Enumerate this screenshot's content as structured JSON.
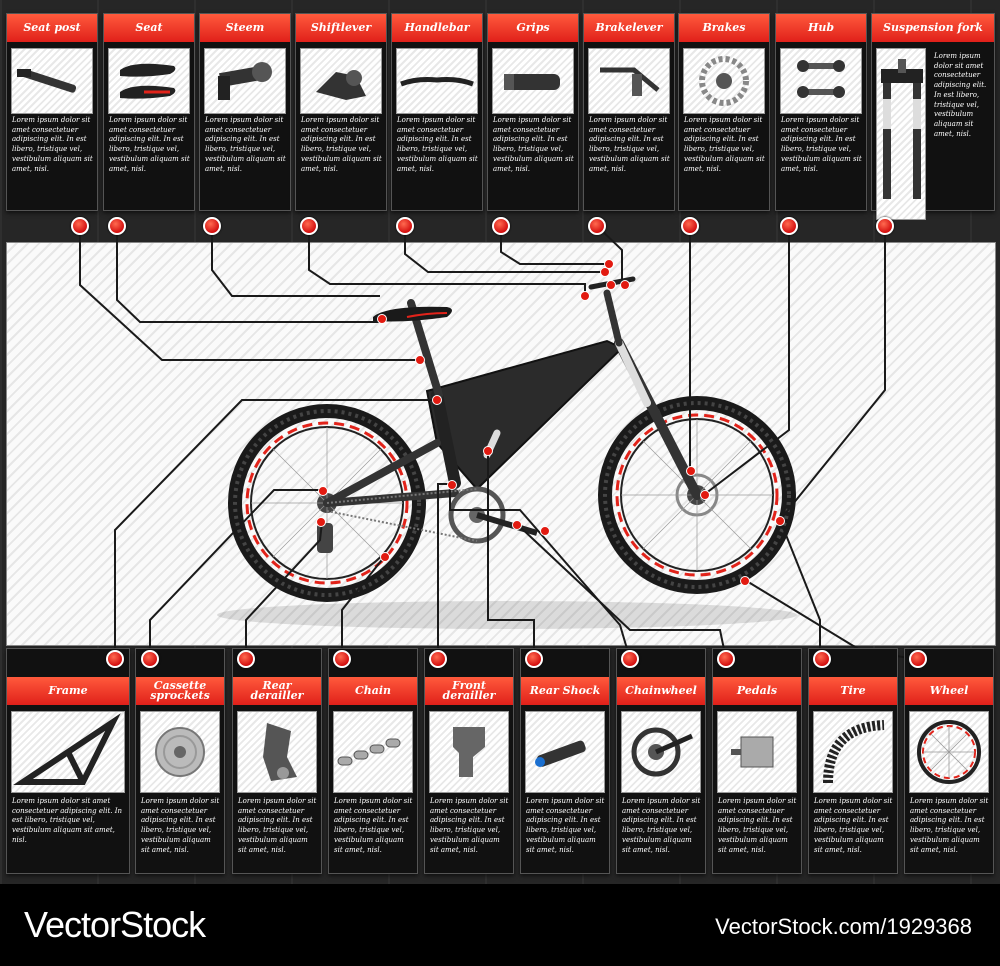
{
  "top_parts": [
    {
      "title": "Seat post",
      "text": "Lorem ipsum dolor sit amet consectetuer adipiscing elit. In est libero, tristique vel, vestibulum aliquam sit amet, nisl."
    },
    {
      "title": "Seat",
      "text": "Lorem ipsum dolor sit amet consectetuer adipiscing elit. In est libero, tristique vel, vestibulum aliquam sit amet, nisl."
    },
    {
      "title": "Steem",
      "text": "Lorem ipsum dolor sit amet consectetuer adipiscing elit. In est libero, tristique vel, vestibulum aliquam sit amet, nisl."
    },
    {
      "title": "Shiftlever",
      "text": "Lorem ipsum dolor sit amet consectetuer adipiscing elit. In est libero, tristique vel, vestibulum aliquam sit amet, nisl."
    },
    {
      "title": "Handlebar",
      "text": "Lorem ipsum dolor sit amet consectetuer adipiscing elit. In est libero, tristique vel, vestibulum aliquam sit amet, nisl."
    },
    {
      "title": "Grips",
      "text": "Lorem ipsum dolor sit amet consectetuer adipiscing elit. In est libero, tristique vel, vestibulum aliquam sit amet, nisl."
    },
    {
      "title": "Brakelever",
      "text": "Lorem ipsum dolor sit amet consectetuer adipiscing elit. In est libero, tristique vel, vestibulum aliquam sit amet, nisl."
    },
    {
      "title": "Brakes",
      "text": "Lorem ipsum dolor sit amet consectetuer adipiscing elit. In est libero, tristique vel, vestibulum aliquam sit amet, nisl."
    },
    {
      "title": "Hub",
      "text": "Lorem ipsum dolor sit amet consectetuer adipiscing elit. In est libero, tristique vel, vestibulum aliquam sit amet, nisl."
    },
    {
      "title": "Suspension fork",
      "text": "Lorem ipsum dolor sit amet consectetuer adipiscing elit. In est libero, tristique vel, vestibulum aliquam sit amet, nisl."
    }
  ],
  "bottom_parts": [
    {
      "title": "Frame",
      "text": "Lorem ipsum dolor sit amet consectetuer adipiscing elit. In est libero, tristique vel, vestibulum aliquam sit amet, nisl."
    },
    {
      "title": "Cassette sprockets",
      "text": "Lorem ipsum dolor sit amet consectetuer adipiscing elit. In est libero, tristique vel, vestibulum aliquam sit amet, nisl."
    },
    {
      "title": "Rear derailler",
      "text": "Lorem ipsum dolor sit amet consectetuer adipiscing elit. In est libero, tristique vel, vestibulum aliquam sit amet, nisl."
    },
    {
      "title": "Chain",
      "text": "Lorem ipsum dolor sit amet consectetuer adipiscing elit. In est libero, tristique vel, vestibulum aliquam sit amet, nisl."
    },
    {
      "title": "Front derailler",
      "text": "Lorem ipsum dolor sit amet consectetuer adipiscing elit. In est libero, tristique vel, vestibulum aliquam sit amet, nisl."
    },
    {
      "title": "Rear Shock",
      "text": "Lorem ipsum dolor sit amet consectetuer adipiscing elit. In est libero, tristique vel, vestibulum aliquam sit amet, nisl."
    },
    {
      "title": "Chainwheel",
      "text": "Lorem ipsum dolor sit amet consectetuer adipiscing elit. In est libero, tristique vel, vestibulum aliquam sit amet, nisl."
    },
    {
      "title": "Pedals",
      "text": "Lorem ipsum dolor sit amet consectetuer adipiscing elit. In est libero, tristique vel, vestibulum aliquam sit amet, nisl."
    },
    {
      "title": "Tire",
      "text": "Lorem ipsum dolor sit amet consectetuer adipiscing elit. In est libero, tristique vel, vestibulum aliquam sit amet, nisl."
    },
    {
      "title": "Wheel",
      "text": "Lorem ipsum dolor sit amet consectetuer adipiscing elit. In est libero, tristique vel, vestibulum aliquam sit amet, nisl."
    }
  ],
  "footer": {
    "brand": "VectorStock",
    "url": "VectorStock.com/1929368"
  },
  "colors": {
    "accent": "#e2231a",
    "card": "#111111",
    "background": "#2a2a2a"
  }
}
